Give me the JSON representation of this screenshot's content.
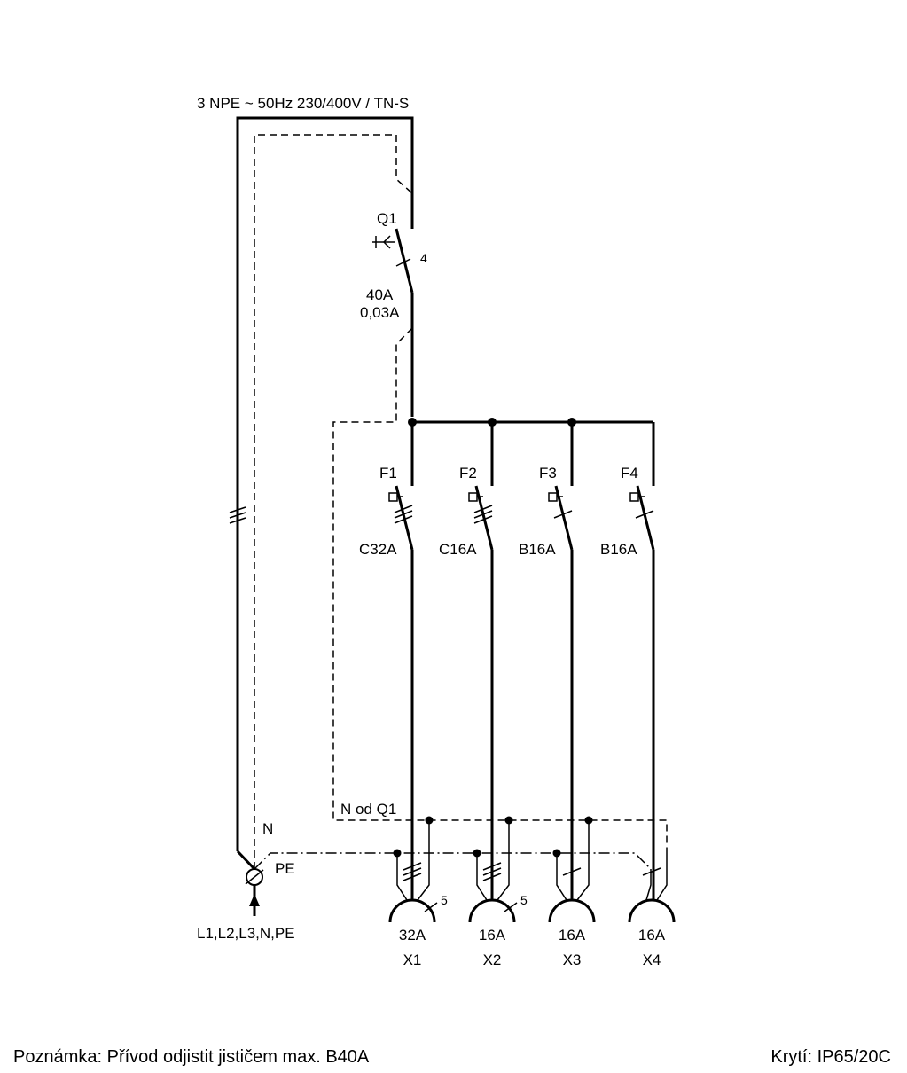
{
  "supply": {
    "label": "3 NPE ~ 50Hz  230/400V / TN-S",
    "conductor_count": "4"
  },
  "main_breaker": {
    "id": "Q1",
    "rating": "40A",
    "residual_current": "0,03A"
  },
  "breakers": [
    {
      "id": "F1",
      "rating": "C32A",
      "poles": 3
    },
    {
      "id": "F2",
      "rating": "C16A",
      "poles": 3
    },
    {
      "id": "F3",
      "rating": "B16A",
      "poles": 1
    },
    {
      "id": "F4",
      "rating": "B16A",
      "poles": 1
    }
  ],
  "sockets": [
    {
      "id": "X1",
      "rating": "32A",
      "poles": "5"
    },
    {
      "id": "X2",
      "rating": "16A",
      "poles": "5"
    },
    {
      "id": "X3",
      "rating": "16A"
    },
    {
      "id": "X4",
      "rating": "16A"
    }
  ],
  "labels": {
    "neutral_from_q1": "N od Q1",
    "neutral": "N",
    "pe": "PE",
    "input": "L1,L2,L3,N,PE"
  },
  "footer": {
    "note": "Poznámka: Přívod odjistit jističem max. B40A",
    "protection": "Krytí: IP65/20C"
  }
}
